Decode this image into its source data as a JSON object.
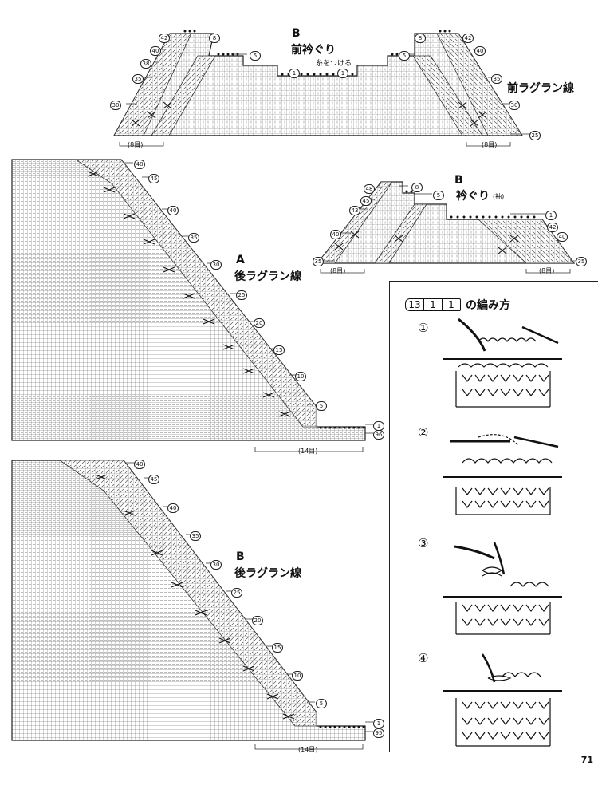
{
  "titles": {
    "top_b_letter": "B",
    "top_b_name": "前衿ぐり",
    "top_yarn": "糸をつける",
    "top_raglan": "前ラグラン線",
    "mid_b_letter": "B",
    "mid_b_name": "衿ぐり",
    "mid_b_sub": "(袖)",
    "a_letter": "A",
    "a_name": "後ラグラン線",
    "b_letter": "B",
    "b_name": "後ラグラン線"
  },
  "widths": {
    "top_left": "(8目)",
    "top_right": "(8目)",
    "mid_left": "(8目)",
    "mid_right": "(8目)",
    "a_bottom": "(14目)",
    "b_bottom": "(14目)"
  },
  "row_labels": {
    "top_left": [
      "42",
      "40",
      "38",
      "35",
      "30"
    ],
    "top_left_inner": [
      "8",
      "5"
    ],
    "top_right": [
      "42",
      "40",
      "35",
      "30",
      "25"
    ],
    "top_right_inner": [
      "8",
      "5"
    ],
    "top_center": [
      "1",
      "1"
    ],
    "mid_left": [
      "48",
      "45",
      "43",
      "40",
      "35"
    ],
    "mid_inner": [
      "8",
      "5"
    ],
    "mid_right": [
      "1",
      "42",
      "40",
      "35"
    ],
    "a_right": [
      "48",
      "45",
      "40",
      "35",
      "30",
      "25",
      "20",
      "15",
      "10",
      "5",
      "1",
      "96"
    ],
    "b_right": [
      "48",
      "45",
      "40",
      "35",
      "30",
      "25",
      "20",
      "15",
      "10",
      "5",
      "1",
      "95"
    ]
  },
  "instructions": {
    "title": "の編み方",
    "symbol_cells": [
      "13",
      "1",
      "1"
    ],
    "steps": [
      "①",
      "②",
      "③",
      "④"
    ]
  },
  "page": {
    "number": "71"
  },
  "colors": {
    "ink": "#1a1a1a",
    "paper": "#ffffff",
    "grid": "#555555"
  }
}
